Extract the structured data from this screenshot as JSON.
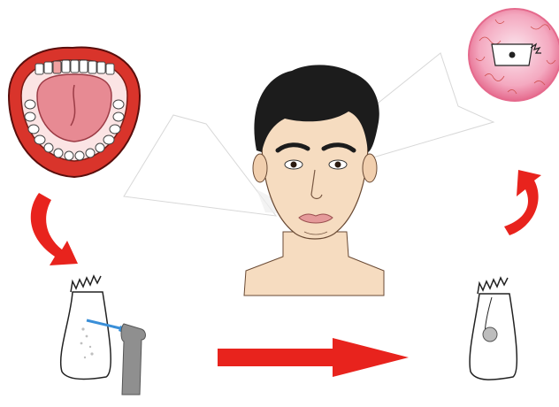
{
  "figure": {
    "panels": [
      {
        "name": "open-mouth",
        "depicts": "mouth-with-teeth-icon"
      },
      {
        "name": "face",
        "depicts": "face-portrait-icon"
      },
      {
        "name": "cell-culture",
        "depicts": "cell-dish-icon"
      },
      {
        "name": "tooth-being-drilled",
        "depicts": "tooth-with-drill-icon"
      },
      {
        "name": "tooth-with-cavity",
        "depicts": "tooth-with-cavity-icon"
      }
    ],
    "arrows": [
      {
        "from": "open-mouth",
        "to": "tooth-being-drilled",
        "style": "curved"
      },
      {
        "from": "tooth-being-drilled",
        "to": "tooth-with-cavity",
        "style": "straight"
      },
      {
        "from": "tooth-with-cavity",
        "to": "cell-culture",
        "style": "curved"
      }
    ],
    "colors": {
      "arrow": "#e8231d",
      "lips": "#d9342b",
      "tongue": "#e78a93",
      "skin": "#f6dcc0",
      "hair": "#1c1c1c",
      "dish": "#f29ab1",
      "dish_rim": "#e56a8d",
      "drill_body": "#8f8f8f",
      "drill_tip": "#3a8fd8"
    }
  }
}
